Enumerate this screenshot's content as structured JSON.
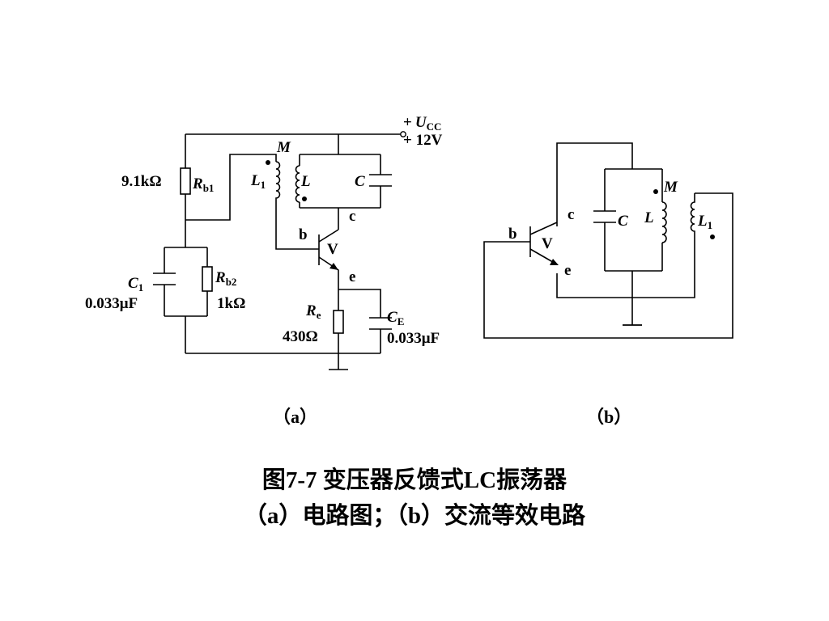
{
  "figure": {
    "title_line1": "图7-7  变压器反馈式LC振荡器",
    "title_line2": "（a）电路图；（b）交流等效电路"
  },
  "circuit_a": {
    "caption": "（a）",
    "supply": {
      "sign": "+",
      "symbol": "U",
      "subscript": "CC",
      "value": "+ 12V"
    },
    "Rb1": {
      "symbol": "R",
      "subscript": "b1",
      "value": "9.1kΩ"
    },
    "Rb2": {
      "symbol": "R",
      "subscript": "b2",
      "value": "1kΩ"
    },
    "C1": {
      "symbol": "C",
      "subscript": "1",
      "value": "0.033μF"
    },
    "Re": {
      "symbol": "R",
      "subscript": "e",
      "value": "430Ω"
    },
    "CE": {
      "symbol": "C",
      "subscript": "E",
      "value": "0.033μF"
    },
    "mutual": "M",
    "L1": {
      "symbol": "L",
      "subscript": "1"
    },
    "L": "L",
    "C": "C",
    "transistor": "V",
    "pin_b": "b",
    "pin_c": "c",
    "pin_e": "e"
  },
  "circuit_b": {
    "caption": "（b）",
    "mutual": "M",
    "L": "L",
    "L1": {
      "symbol": "L",
      "subscript": "1"
    },
    "C": "C",
    "transistor": "V",
    "pin_b": "b",
    "pin_c": "c",
    "pin_e": "e"
  },
  "icons": [
    "resistor",
    "capacitor",
    "inductor",
    "npn-transistor",
    "ground"
  ]
}
